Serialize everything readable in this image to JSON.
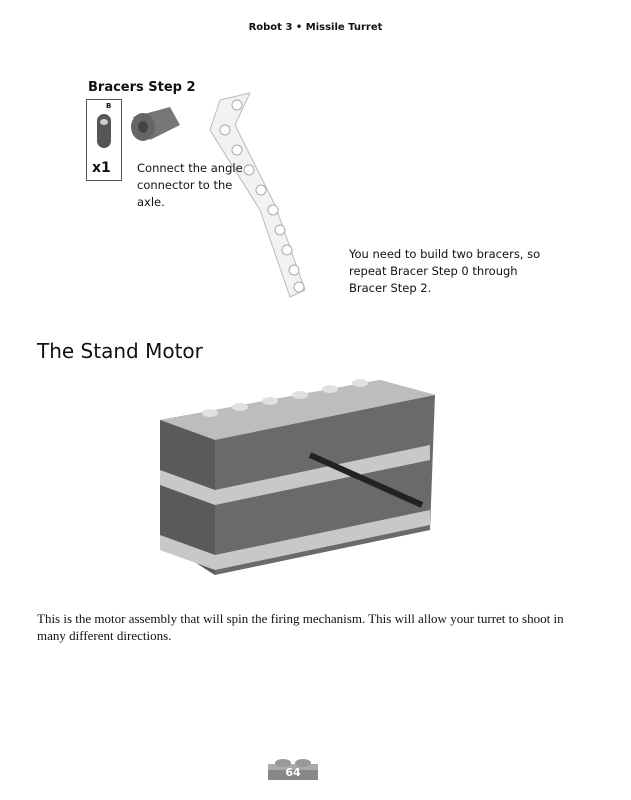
{
  "header": {
    "title": "Robot 3 • Missile Turret"
  },
  "step": {
    "title": "Bracers Step 2",
    "part_letter": "B",
    "part_qty": "x1",
    "instruction": "Connect the angle connector to the axle.",
    "note": "You need to build two bracers, so repeat Bracer Step 0 through Bracer Step 2."
  },
  "section": {
    "title": "The Stand Motor",
    "paragraph": "This is the motor assembly that will spin the firing mechanism. This will allow your turret to shoot in many different directions."
  },
  "footer": {
    "page_number": "64"
  }
}
